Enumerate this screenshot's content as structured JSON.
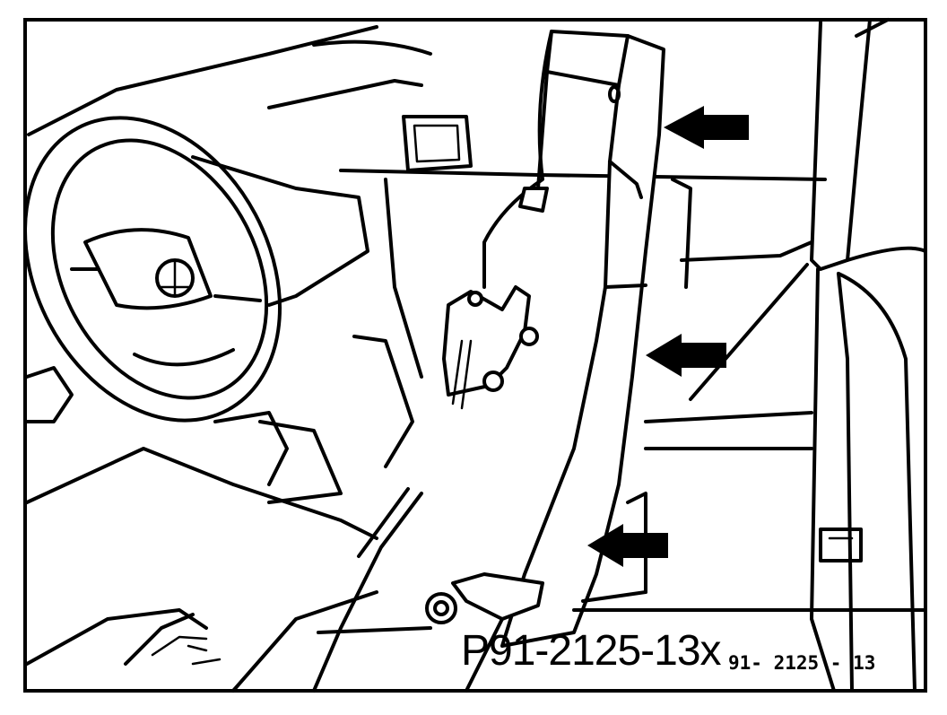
{
  "figure": {
    "label_large": "P91-2125-13x",
    "label_small": "91- 2125 - 13"
  },
  "arrows": [
    {
      "name": "upper"
    },
    {
      "name": "middle"
    },
    {
      "name": "lower"
    }
  ],
  "colors": {
    "ink": "#000000",
    "paper": "#ffffff"
  }
}
